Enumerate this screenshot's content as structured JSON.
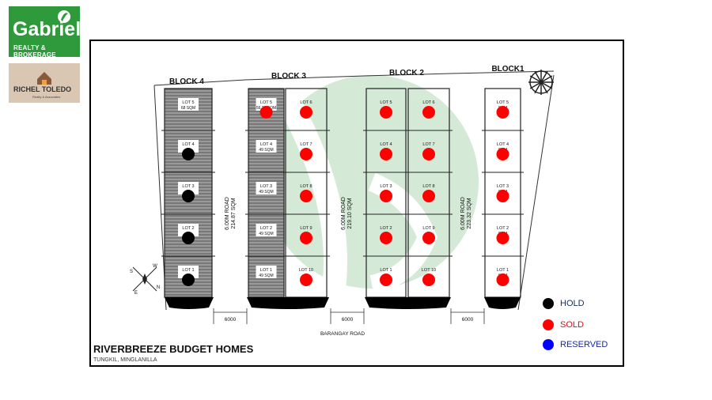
{
  "logos": {
    "gabriel_name": "Gabriel",
    "gabriel_sub": "REALTY & BROKERAGE",
    "richel_name": "RICHEL TOLEDO",
    "richel_sub": "Realty & Associates"
  },
  "title": "RIVERBREEZE BUDGET HOMES",
  "subtitle": "TUNGKIL, MINGLANILLA",
  "blocks": [
    {
      "label": "BLOCK 4"
    },
    {
      "label": "BLOCK 3"
    },
    {
      "label": "BLOCK 2"
    },
    {
      "label": "BLOCK1"
    }
  ],
  "roads": [
    {
      "label": "6.00M ROAD",
      "area": "214.87 SQM"
    },
    {
      "label": "6.00M ROAD",
      "area": "219.10 SQM"
    },
    {
      "label": "6.00M ROAD",
      "area": "223.32 SQM"
    }
  ],
  "barangay_road": "BARANGAY ROAD",
  "dimensions": [
    "6000",
    "6000",
    "6000"
  ],
  "lots": {
    "block4": [
      {
        "name": "LOT 5",
        "area": "68 SQM",
        "status": "none"
      },
      {
        "name": "LOT 4",
        "area": "",
        "status": "hold"
      },
      {
        "name": "LOT 3",
        "area": "",
        "status": "hold"
      },
      {
        "name": "LOT 2",
        "area": "",
        "status": "hold"
      },
      {
        "name": "LOT 1",
        "area": "",
        "status": "hold"
      }
    ],
    "block3_left": [
      {
        "name": "LOT 5",
        "area": "56.28 SQM",
        "status": "sold"
      },
      {
        "name": "LOT 4",
        "area": "49 SQM",
        "status": "none"
      },
      {
        "name": "LOT 3",
        "area": "49 SQM",
        "status": "none"
      },
      {
        "name": "LOT 2",
        "area": "49 SQM",
        "status": "none"
      },
      {
        "name": "LOT 1",
        "area": "49 SQM",
        "status": "none"
      }
    ],
    "block3_right": [
      {
        "name": "LOT 6",
        "area": "",
        "status": "sold"
      },
      {
        "name": "LOT 7",
        "area": "",
        "status": "sold"
      },
      {
        "name": "LOT 8",
        "area": "",
        "status": "sold"
      },
      {
        "name": "LOT 9",
        "area": "",
        "status": "sold"
      },
      {
        "name": "LOT 10",
        "area": "",
        "status": "sold"
      }
    ],
    "block2_left": [
      {
        "name": "LOT 5",
        "area": "",
        "status": "sold"
      },
      {
        "name": "LOT 4",
        "area": "",
        "status": "sold"
      },
      {
        "name": "LOT 3",
        "area": "",
        "status": "sold"
      },
      {
        "name": "LOT 2",
        "area": "",
        "status": "sold"
      },
      {
        "name": "LOT 1",
        "area": "",
        "status": "sold"
      }
    ],
    "block2_right": [
      {
        "name": "LOT 6",
        "area": "",
        "status": "sold"
      },
      {
        "name": "LOT 7",
        "area": "",
        "status": "sold"
      },
      {
        "name": "LOT 8",
        "area": "",
        "status": "sold"
      },
      {
        "name": "LOT 9",
        "area": "",
        "status": "sold"
      },
      {
        "name": "LOT 10",
        "area": "",
        "status": "sold"
      }
    ],
    "block1": [
      {
        "name": "LOT 5",
        "area": "SQM",
        "status": "sold"
      },
      {
        "name": "LOT 4",
        "area": "SQM",
        "status": "sold"
      },
      {
        "name": "LOT 3",
        "area": "SQM",
        "status": "sold"
      },
      {
        "name": "LOT 2",
        "area": "SQM",
        "status": "sold"
      },
      {
        "name": "LOT 1",
        "area": "SQM",
        "status": "sold"
      }
    ]
  },
  "legend": [
    {
      "label": "HOLD",
      "color": "#000000",
      "text_color": "#1a2a5a"
    },
    {
      "label": "SOLD",
      "color": "#ff0000",
      "text_color": "#d01010"
    },
    {
      "label": "RESERVED",
      "color": "#0000ff",
      "text_color": "#1a2aa0"
    }
  ],
  "compass": {
    "n": "N",
    "s": "S",
    "e": "E",
    "w": "W"
  }
}
